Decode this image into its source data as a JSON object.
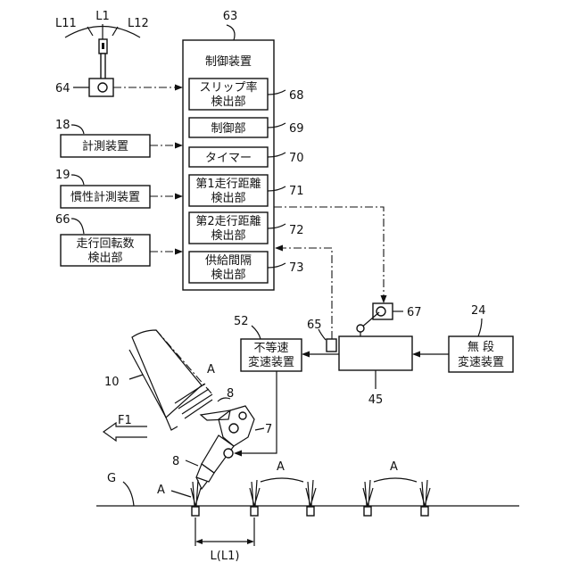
{
  "lever": {
    "center_label": "L1",
    "left_label": "L11",
    "right_label": "L12",
    "ref": "64"
  },
  "controller": {
    "ref": "63",
    "title": "制御装置",
    "units": [
      {
        "ref": "68",
        "lines": [
          "スリップ率",
          "検出部"
        ]
      },
      {
        "ref": "69",
        "lines": [
          "制御部"
        ]
      },
      {
        "ref": "70",
        "lines": [
          "タイマー"
        ]
      },
      {
        "ref": "71",
        "lines": [
          "第1走行距離",
          "検出部"
        ]
      },
      {
        "ref": "72",
        "lines": [
          "第2走行距離",
          "検出部"
        ]
      },
      {
        "ref": "73",
        "lines": [
          "供給間隔",
          "検出部"
        ]
      }
    ]
  },
  "inputs": [
    {
      "ref": "18",
      "lines": [
        "計測装置"
      ]
    },
    {
      "ref": "19",
      "lines": [
        "慣性計測装置"
      ]
    },
    {
      "ref": "66",
      "lines": [
        "走行回転数",
        "検出部"
      ]
    }
  ],
  "drive": {
    "cvt": {
      "ref": "24",
      "lines": [
        "無 段",
        "変速装置"
      ]
    },
    "transmission": {
      "ref": "45"
    },
    "actuator": {
      "ref": "67"
    },
    "sensor": {
      "ref": "65"
    },
    "nonuniform": {
      "ref": "52",
      "lines": [
        "不等速",
        "変速装置"
      ]
    }
  },
  "planter": {
    "hopper_ref": "10",
    "mechanism_ref": "7",
    "claw_ref": "8",
    "seedling_label": "A",
    "direction_label": "F1"
  },
  "ground": {
    "label": "G",
    "spacing_label": "L(L1)"
  }
}
